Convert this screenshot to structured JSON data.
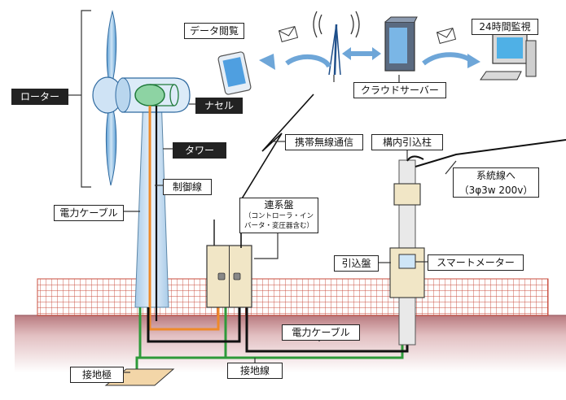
{
  "labels": {
    "rotor": "ローター",
    "nacelle": "ナセル",
    "tower": "タワー",
    "control_line": "制御線",
    "power_cable_left": "電力ケーブル",
    "data_view": "データ閲覧",
    "cloud_server": "クラウドサーバー",
    "monitoring": "24時間監視",
    "mobile_comm": "携帯無線通信",
    "pole": "構内引込柱",
    "grid_line_title": "系統線へ",
    "grid_line_spec": "（3φ3w 200v）",
    "interconnection_panel_title": "連系盤",
    "interconnection_panel_desc_1": "（コントローラ・イン",
    "interconnection_panel_desc_2": "バータ・変圧器含む）",
    "service_panel": "引込盤",
    "smart_meter": "スマートメーター",
    "power_cable_bottom": "電力ケーブル",
    "ground_wire": "接地線",
    "ground_electrode": "接地極"
  },
  "icons": [
    "envelope-icon",
    "antenna-icon",
    "smartphone-icon",
    "server-icon",
    "computer-icon"
  ],
  "colors": {
    "control_line": "#ee8a2a",
    "ground_wire": "#2e9a3a",
    "power_cable": "#111111",
    "ground_band": "#c88a8e",
    "fence_grid": "#c94c3c",
    "tower": "#cde3f4",
    "panel": "#f1e6c6",
    "blade": "#8fc1e6"
  }
}
